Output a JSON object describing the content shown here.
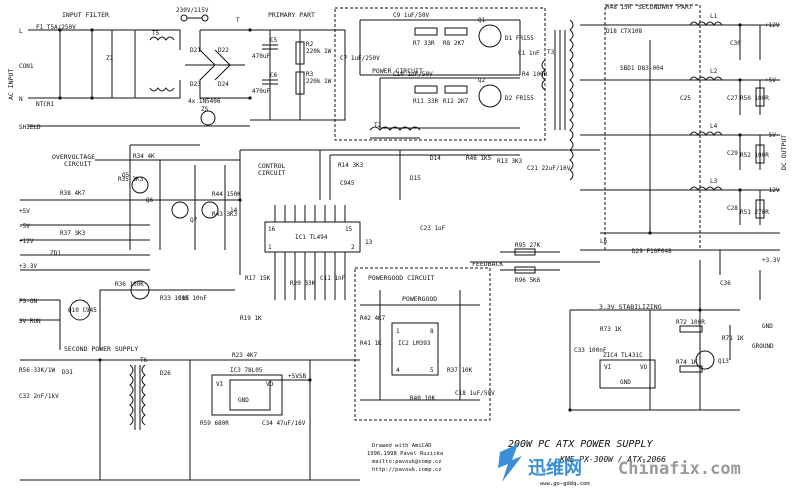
{
  "title": "200W PC ATX POWER SUPPLY",
  "model": "KME PX-300W / ATX-2066",
  "credits": [
    "Drawed with AmiCAD",
    "1996,1998 Pavel Ruzicka",
    "mailto:pavouk@comp.cz",
    "http://pavouk.comp.cz"
  ],
  "sections": {
    "input_filter": "INPUT FILTER",
    "primary_part": "PRIMARY PART",
    "secondary_part": "SECONDARY PART",
    "power_circuit": "POWER CIRCUIT",
    "overvoltage": "OVERVOLTAGE",
    "circuit": "CIRCUIT",
    "control": "CONTROL",
    "powergood_circuit": "POWERGOOD CIRCUIT",
    "powergood": "POWERGOOD",
    "second_supply": "SECOND POWER SUPPLY",
    "stabilizing": "3.3V STABILIZING",
    "feedback": "FEEDBACK",
    "dc_output": "DC OUTPUT",
    "ac_input": "AC INPUT"
  },
  "terminals": {
    "L": "L",
    "N": "N",
    "shield": "SHIELD",
    "con1": "CON1",
    "v230": "230V/115V",
    "p12": "+12V",
    "p5": "+5V",
    "m5": "-5V",
    "m12": "-12V",
    "p33": "+3.3V",
    "gnd": "GND",
    "ground": "GROUND",
    "ps_on": "PS-ON",
    "sv_run": "SV RUN",
    "p5vsb": "+5VSB",
    "in_p5": "+5V",
    "in_m5": "-5V",
    "in_p12": "+12V",
    "in_p33": "+3.3V"
  },
  "components": {
    "F1": "F1 T5A/250V",
    "NTCR1": "NTCR1",
    "T5": "T5",
    "T6": "T6",
    "T": "T",
    "T2": "T2",
    "T3": "T3",
    "L1": "L1",
    "L2": "L2",
    "L3": "L3",
    "L4": "L4",
    "L6": "L6",
    "Z1": "Z1",
    "ZS": "ZS",
    "bridge": "4x 1N5406",
    "D21": "D21",
    "D22": "D22",
    "D23": "D23",
    "D24": "D24",
    "C5": "C5",
    "C6": "C6",
    "C5v": "470uF",
    "C6v": "470uF",
    "R2": "R2",
    "R3": "R3",
    "R2v": "220k",
    "R3v": "220k",
    "w1": "1W",
    "w2": "1W",
    "C7": "C7 1uF/250V",
    "C9": "C9 1uF/50V",
    "C10": "C10 1uF/50V",
    "Q1": "Q1",
    "Q2": "Q2",
    "R7": "R7 33R",
    "R8": "R8 2K7",
    "R11": "R11 33R",
    "R12": "R12 2K7",
    "D1": "D1 FR155",
    "D2": "D2 FR155",
    "C1": "C1 1nF",
    "R4": "R4 100R",
    "ic1": "IC1 TL494",
    "ic2": "IC2 LM393",
    "ic3": "IC3 78L05",
    "ic4": "ZIC4 TL431C",
    "R48": "R48 15R",
    "D18": "D18 CTX108",
    "C30": "C30",
    "C29": "C29",
    "C27": "C27",
    "C28": "C28",
    "C25": "C25",
    "SBD1": "SBD1 D83-004",
    "R50": "R50 100R",
    "R52": "R52 100R",
    "R51": "R51 270R",
    "D29": "D29 F10P048",
    "R95": "R95 27K",
    "R96": "R96 5K6",
    "R35": "R35 3K3",
    "R34": "R34 4K",
    "R38": "R38 4K7",
    "R37": "R37 3K3",
    "R44": "R44 150K",
    "R43": "R43 3K3",
    "R46": "R46 1K5",
    "R13": "R13 3K3",
    "R14": "R14 3K3",
    "C21": "C21 22uF/16V",
    "D15": "D15",
    "D14": "D14",
    "Q5": "Q5",
    "Q6": "Q6",
    "Q7": "Q7",
    "C945": "C945",
    "Q10": "Q10 C945",
    "R36": "R36 100K",
    "Q13": "Q13",
    "R73": "R73 1K",
    "R72": "R72 100R",
    "R74": "R74 1K",
    "R71": "R71 1K",
    "C33": "C33 100nF",
    "C36": "C36",
    "R59": "R59 680R",
    "C34": "C34 47uF/16V",
    "R23": "R23 4K7",
    "R40": "R40 10K",
    "R37b": "R37 10K",
    "C18": "C18 1uF/50V",
    "R42": "R42 4K7",
    "R41": "R41 1K",
    "D26": "D26",
    "D31": "D31",
    "R56": "R56 33K/1W",
    "C32": "C32 2nF/1kV",
    "ZD1": "ZD1",
    "IC1pin16": "16",
    "IC1pin15": "15",
    "IC1pin14": "14",
    "IC1pin1": "1",
    "IC1pin2": "2",
    "IC1pin13": "13",
    "ic2pin1": "1",
    "ic2pin8": "8",
    "ic2pin4": "4",
    "ic2pin5": "5",
    "vi": "VI",
    "vo": "VO",
    "gnd": "GND",
    "R17": "R17 15K",
    "R20": "R20 33K",
    "C11": "C11 1nF",
    "C15": "C15 10nF",
    "R19": "R19 1K",
    "R33": "R33 100K",
    "C23": "C23 1uF"
  },
  "watermark": {
    "cn": "迅维网",
    "url": "Chinafix.com",
    "sub": "www.go-gddq.com"
  },
  "colors": {
    "ink": "#111111",
    "paper": "#ffffff",
    "wm_blue": "#3a8fd6",
    "wm_gray": "#9a9a9a"
  }
}
